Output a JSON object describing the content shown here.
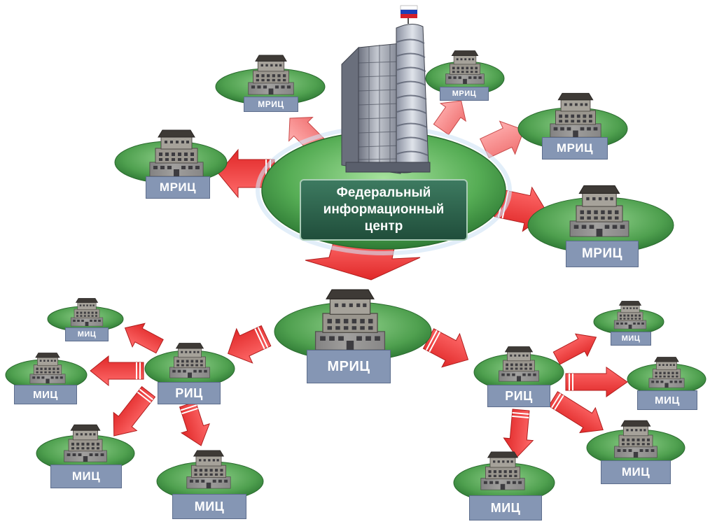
{
  "center": {
    "line1": "Федеральный",
    "line2": "информационный",
    "line3": "центр"
  },
  "labels": {
    "mric": "МРИЦ",
    "ric": "РИЦ",
    "mic": "МИЦ"
  },
  "colors": {
    "ellipse": "#5aa85a",
    "ellipse_dark": "#2f7a35",
    "arrow": "#ee3535",
    "label_box": "#8596b4",
    "center_box": "#2f6550",
    "flag_white": "#ffffff",
    "flag_blue": "#1c3fb8",
    "flag_red": "#d4202a"
  }
}
